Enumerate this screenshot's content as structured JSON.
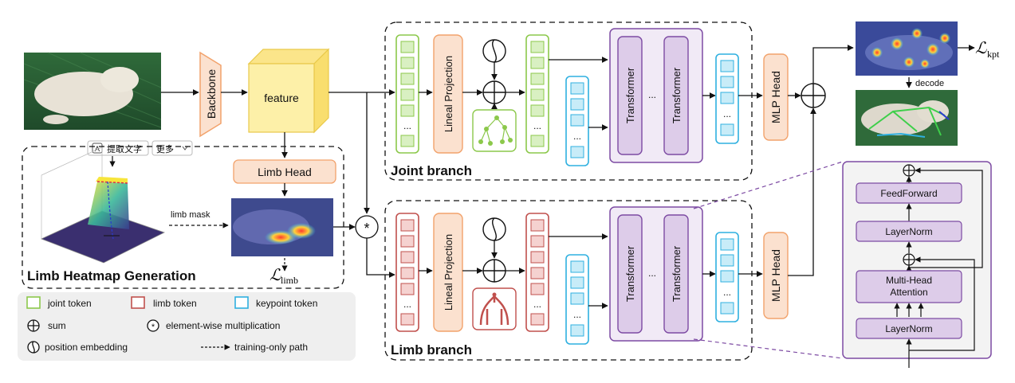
{
  "backbone": {
    "label": "Backbone"
  },
  "feature": {
    "label": "feature"
  },
  "ocr_toolbar": {
    "extract_label": "提取文字",
    "more_label": "更多"
  },
  "limb_heatmap": {
    "title": "Limb Heatmap Generation",
    "limb_head_label": "Limb Head",
    "limb_mask_label": "limb mask",
    "loss_symbol": "ℒ",
    "loss_sub": "limb"
  },
  "joint_branch": {
    "title": "Joint branch",
    "projection_label": "Lineal Projection",
    "transformer_a": "Transformer",
    "transformer_b": "Transformer",
    "transformer_dots": "...",
    "mlp_label": "MLP Head",
    "token_dots": "...",
    "kp_dots": "..."
  },
  "limb_branch": {
    "title": "Limb branch",
    "projection_label": "Lineal Projection",
    "transformer_a": "Transformer",
    "transformer_b": "Transformer",
    "transformer_dots": "...",
    "mlp_label": "MLP Head",
    "token_dots": "...",
    "kp_dots": "..."
  },
  "multiply_symbol": "*",
  "output": {
    "decode_label": "decode",
    "loss_symbol": "ℒ",
    "loss_sub": "kpt"
  },
  "transformer_detail": {
    "feedforward": "FeedForward",
    "layernorm_top": "LayerNorm",
    "attention_line1": "Multi-Head",
    "attention_line2": "Attention",
    "layernorm_bottom": "LayerNorm"
  },
  "legend": {
    "joint_token": "joint  token",
    "limb_token": "limb token",
    "keypoint_token": "keypoint token",
    "sum": "sum",
    "elementwise": "element-wise multiplication",
    "position": "position embedding",
    "training_path": "training-only path"
  },
  "colors": {
    "joint_green": "#8cc84b",
    "limb_red": "#c0504d",
    "keypoint_blue": "#2fb0e0",
    "transformer_purple": "#7d4ba3",
    "orange_fill": "#fbe1cf",
    "orange_stroke": "#f2a26b",
    "feature_yellow": "#fdf0a8"
  }
}
